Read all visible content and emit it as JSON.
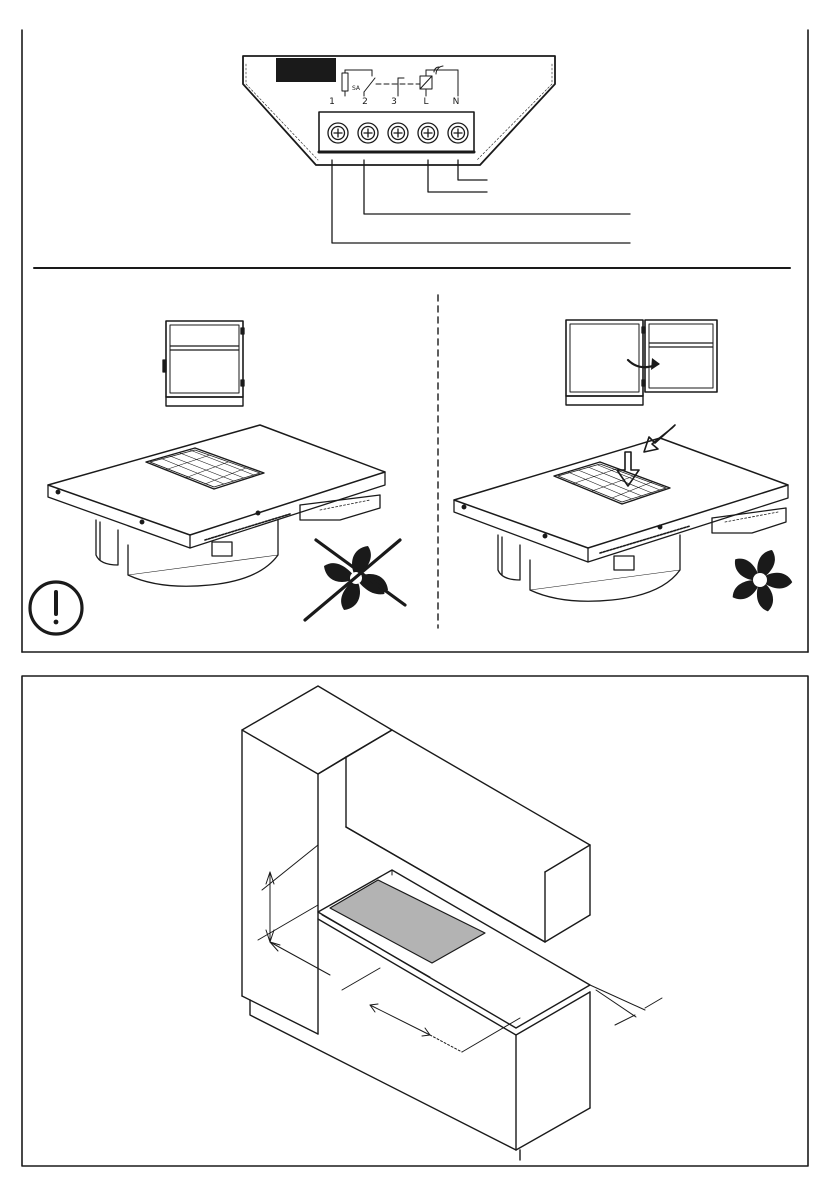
{
  "colors": {
    "ink": "#1a1a1a",
    "hob_glass": "#b3b3b3",
    "background": "#ffffff"
  },
  "terminal_block": {
    "labels": [
      "1",
      "2",
      "3",
      "L",
      "N"
    ],
    "contact_label": "SA"
  },
  "icons": {
    "warning": "exclamation-circle-icon",
    "fan_off": "fan-crossed-icon",
    "fan_on": "fan-icon"
  },
  "states": [
    {
      "id": "door-closed",
      "fan": "off",
      "warning": true
    },
    {
      "id": "door-open",
      "fan": "on",
      "warning": false
    }
  ]
}
